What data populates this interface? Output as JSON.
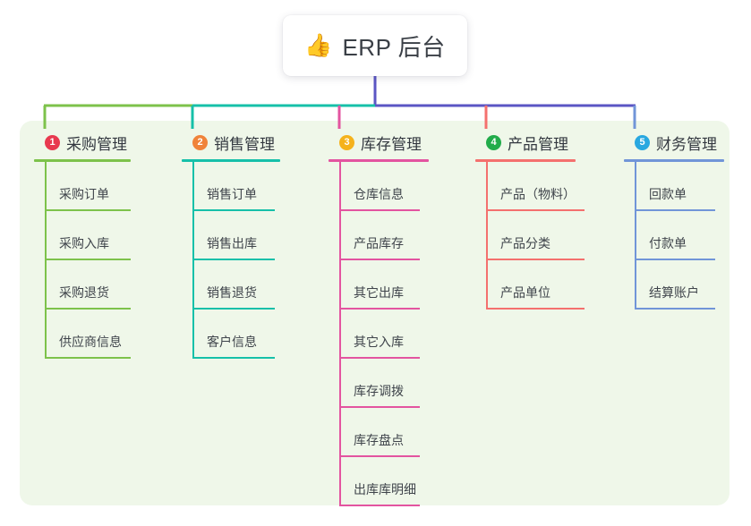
{
  "root": {
    "icon": "thumbs-up-emoji",
    "emoji": "👍",
    "title": "ERP 后台"
  },
  "colors": {
    "panel_bg": "#eff7e9",
    "root_trunk": "#5b56c4",
    "bar_left": "#7dc24b",
    "bar_mid": "#16c0a9",
    "bar_right": "#5b56c4",
    "text": "#3f444b"
  },
  "branches": [
    {
      "index": "1",
      "title": "采购管理",
      "badge_color": "#e8394f",
      "line_color": "#7dc24b",
      "leaves": [
        {
          "label": "采购订单"
        },
        {
          "label": "采购入库"
        },
        {
          "label": "采购退货"
        },
        {
          "label": "供应商信息"
        }
      ]
    },
    {
      "index": "2",
      "title": "销售管理",
      "badge_color": "#f0833a",
      "line_color": "#16c0a9",
      "leaves": [
        {
          "label": "销售订单"
        },
        {
          "label": "销售出库"
        },
        {
          "label": "销售退货"
        },
        {
          "label": "客户信息"
        }
      ]
    },
    {
      "index": "3",
      "title": "库存管理",
      "badge_color": "#f5b21c",
      "line_color": "#e354a0",
      "leaves": [
        {
          "label": "仓库信息"
        },
        {
          "label": "产品库存"
        },
        {
          "label": "其它出库"
        },
        {
          "label": "其它入库"
        },
        {
          "label": "库存调拨"
        },
        {
          "label": "库存盘点"
        },
        {
          "label": "出库库明细"
        }
      ]
    },
    {
      "index": "4",
      "title": "产品管理",
      "badge_color": "#22ac4b",
      "line_color": "#f4706e",
      "leaves": [
        {
          "label": "产品（物料）"
        },
        {
          "label": "产品分类"
        },
        {
          "label": "产品单位"
        }
      ]
    },
    {
      "index": "5",
      "title": "财务管理",
      "badge_color": "#29a8e0",
      "line_color": "#7195d8",
      "leaves": [
        {
          "label": "回款单"
        },
        {
          "label": "付款单"
        },
        {
          "label": "结算账户"
        }
      ]
    }
  ]
}
